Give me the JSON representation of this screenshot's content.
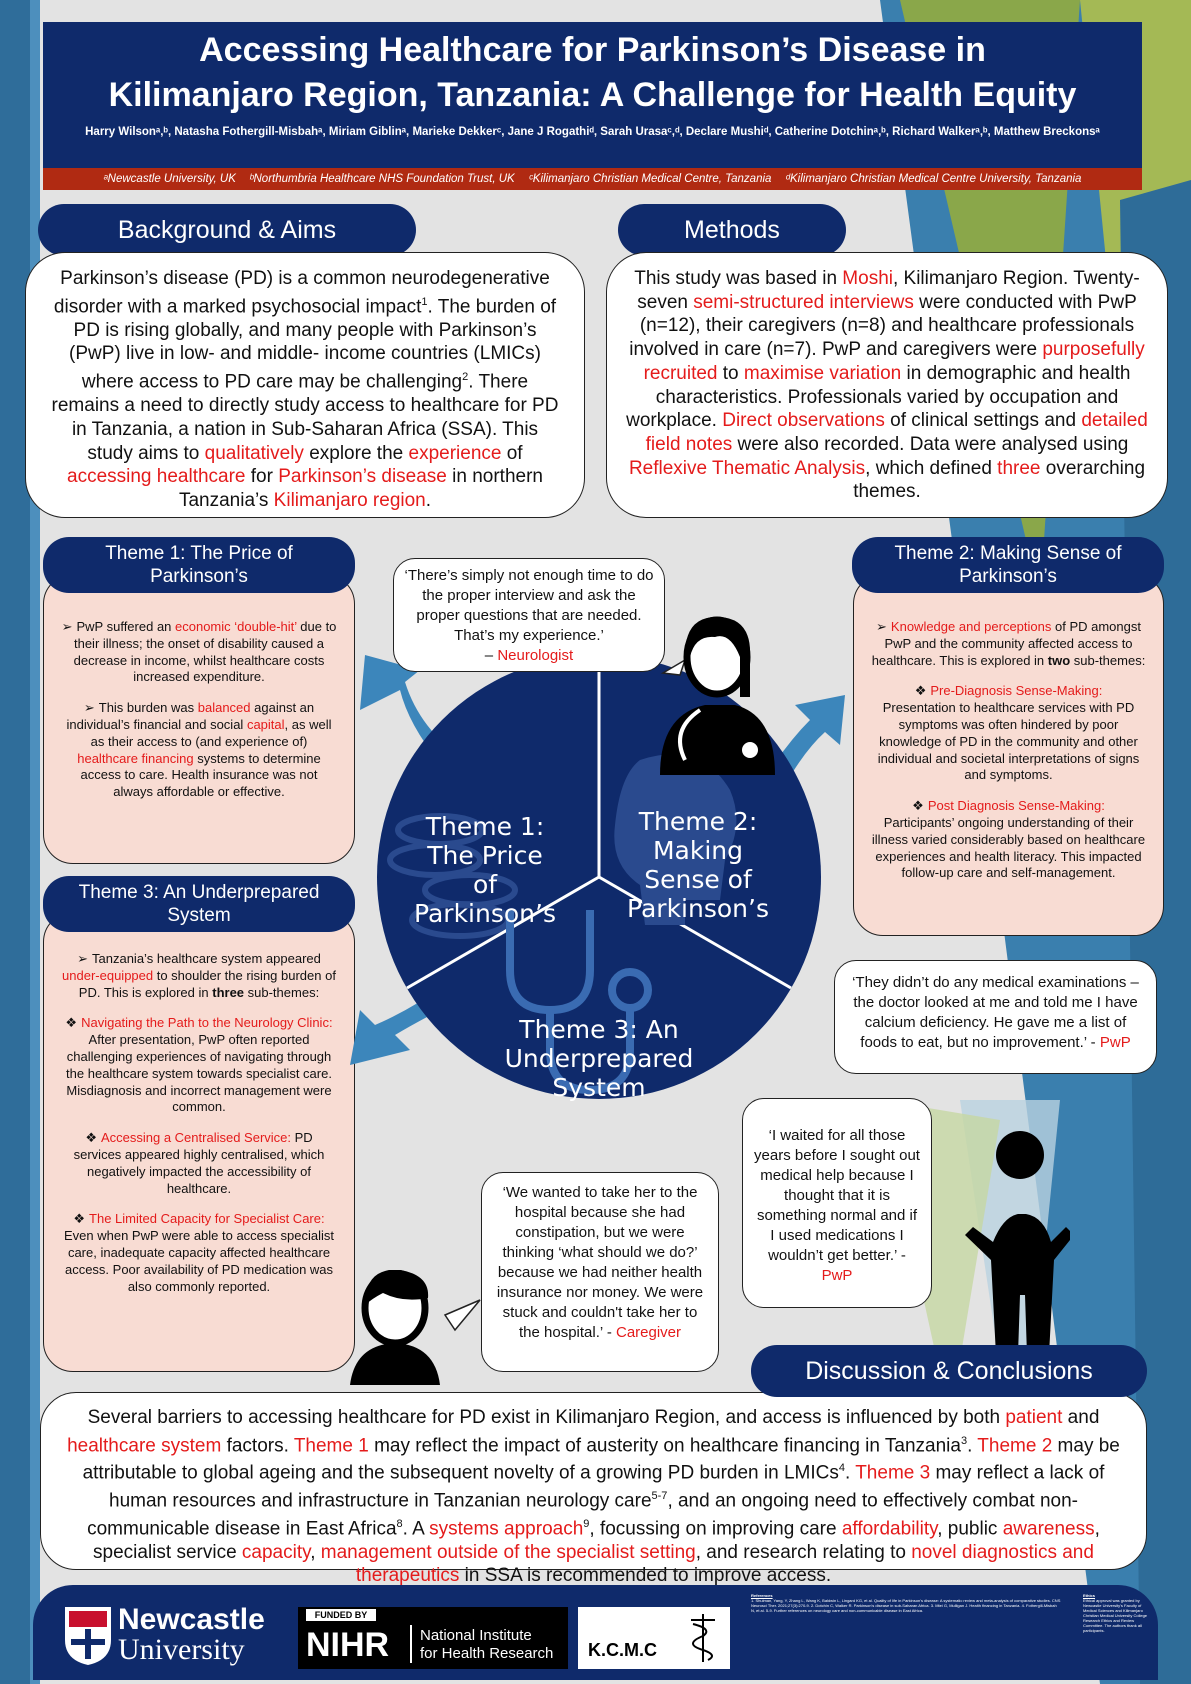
{
  "title": {
    "line1": "Accessing Healthcare for Parkinson’s Disease in",
    "line2": "Kilimanjaro Region, Tanzania: A Challenge for Health Equity",
    "authors": "Harry Wilsonᵃ,ᵇ, Natasha Fothergill-Misbahᵃ, Miriam Giblinᵃ, Marieke Dekkerᶜ, Jane J Rogathiᵈ, Sarah Urasaᶜ,ᵈ, Declare Mushiᵈ, Catherine Dotchinᵃ,ᵇ, Richard Walkerᵃ,ᵇ, Matthew Breckonsᵃ",
    "affiliations": [
      "ᵃNewcastle University, UK",
      "ᵇNorthumbria Healthcare NHS Foundation Trust, UK",
      "ᶜKilimanjaro Christian Medical Centre, Tanzania",
      "ᵈKilimanjaro Christian Medical Centre University, Tanzania"
    ]
  },
  "background": {
    "heading": "Background & Aims",
    "p1": "Parkinson’s disease (PD) is a common neurodegenerative disorder with a marked psychosocial impact",
    "sup1": "1",
    "p2": ". The burden of PD is rising globally, and many people with Parkinson’s (PwP) live in low- and middle- income countries (LMICs) where access to PD care may be challenging",
    "sup2": "2",
    "p3": ". There remains a need to directly study access to healthcare for PD in Tanzania, a nation in Sub-Saharan Africa (SSA). This study aims to ",
    "h1": "qualitatively",
    "p4": " explore the ",
    "h2": "experience",
    "p5": " of ",
    "h3": "accessing healthcare",
    "p6": " for ",
    "h4": "Parkinson’s disease",
    "p7": " in northern Tanzania’s ",
    "h5": "Kilimanjaro region",
    "p8": "."
  },
  "methods": {
    "heading": "Methods",
    "p1": "This study was based in ",
    "h1": "Moshi",
    "p2": ", Kilimanjaro Region. Twenty-seven ",
    "h2": "semi-structured interviews",
    "p3": " were conducted with PwP (n=12), their caregivers (n=8) and healthcare professionals involved in care (n=7). PwP and caregivers were ",
    "h3": "purposefully recruited",
    "p4": " to ",
    "h4": "maximise variation",
    "p5": " in demographic and health characteristics. Professionals varied by occupation and workplace. ",
    "h5": "Direct observations",
    "p6": " of clinical settings and ",
    "h6": "detailed field notes",
    "p7": " were also recorded. Data were analysed using ",
    "h7": "Reflexive Thematic Analysis",
    "p8": ", which defined ",
    "h8": "three",
    "p9": " overarching themes."
  },
  "theme1": {
    "heading": "Theme 1: The Price of Parkinson’s",
    "b1a": "PwP suffered an ",
    "b1h": "economic ‘double-hit’",
    "b1b": " due to their illness; the onset of disability caused a decrease in income, whilst healthcare costs increased expenditure.",
    "b2a": "This burden was ",
    "b2h1": "balanced",
    "b2b": " against an individual’s financial and social ",
    "b2h2": "capital",
    "b2c": ", as well as their access to (and experience of) ",
    "b2h3": "healthcare financing",
    "b2d": " systems to determine access to care. Health insurance was not always affordable or effective."
  },
  "theme2": {
    "heading": "Theme 2: Making Sense of Parkinson’s",
    "b1h": "Knowledge and perceptions",
    "b1a": " of PD amongst PwP and the community affected access to healthcare. This is explored in ",
    "b1b": "two",
    "b1c": " sub-themes:",
    "s1h": "Pre-Diagnosis Sense-Making:",
    "s1": "Presentation to healthcare services with PD symptoms was often hindered by poor knowledge of PD in the community and other individual and societal interpretations of signs and symptoms.",
    "s2h": "Post Diagnosis Sense-Making:",
    "s2": "Participants’ ongoing understanding of their illness varied considerably based on healthcare experiences and health literacy. This impacted follow-up care and self-management."
  },
  "theme3": {
    "heading": "Theme 3: An Underprepared System",
    "b1a": "Tanzania’s healthcare system appeared ",
    "b1h": "under-equipped",
    "b1b": " to shoulder the rising burden of PD. This is explored in ",
    "b1c": "three",
    "b1d": " sub-themes:",
    "s1h": "Navigating the Path to the Neurology Clinic:",
    "s1": " After presentation, PwP often reported challenging experiences of navigating through the healthcare system towards specialist care. Misdiagnosis and incorrect management were common.",
    "s2h": "Accessing a Centralised Service:",
    "s2": " PD services appeared highly centralised, which negatively impacted the accessibility of healthcare.",
    "s3h": "The Limited Capacity for Specialist Care:",
    "s3": " Even when PwP were able to access specialist care, inadequate capacity affected healthcare access. Poor availability of PD medication was also commonly reported."
  },
  "wheel": {
    "t1": [
      "Theme 1:",
      "The Price",
      "of",
      "Parkinson’s"
    ],
    "t2": [
      "Theme 2:",
      "Making",
      "Sense of",
      "Parkinson’s"
    ],
    "t3": [
      "Theme 3: An",
      "Underprepared",
      "System"
    ]
  },
  "quotes": {
    "neurologist": "‘There’s simply not enough time to do the proper interview and ask the proper questions that are needed. That’s my experience.’",
    "neurologist_dash": "– ",
    "neurologist_who": "Neurologist",
    "pwp1": "‘They didn’t do any medical examinations – the doctor looked at me and told me I have calcium deficiency. He gave me a list of foods to eat, but no improvement.’ - ",
    "pwp1_who": "PwP",
    "pwp2": "‘I waited for all those years before I sought out medical help because I thought that it is something normal and if I used medications I wouldn’t get better.’ -",
    "pwp2_who": "PwP",
    "caregiver": "‘We wanted to take her to the hospital because she had constipation, but we were thinking ‘what should we do?’ because we had neither health insurance nor money. We were stuck and couldn't take her to the hospital.’ - ",
    "caregiver_who": "Caregiver"
  },
  "discussion": {
    "heading": "Discussion & Conclusions",
    "p1": "Several barriers to accessing healthcare for PD exist in Kilimanjaro Region, and access is influenced by both ",
    "h1": "patient",
    "p2": " and ",
    "h2": "healthcare system",
    "p3": " factors. ",
    "h3": "Theme 1",
    "p4": " may reflect the impact of austerity on healthcare financing in Tanzania",
    "s3": "3",
    "p5": ". ",
    "h4": "Theme 2",
    "p6": " may be attributable to global ageing and the subsequent novelty of a growing PD burden in LMICs",
    "s4": "4",
    "p7": ". ",
    "h5": "Theme 3",
    "p8": " may reflect a lack of human resources and infrastructure in Tanzanian neurology care",
    "s5": "5-7",
    "p9": ", and an ongoing need to effectively combat non-communicable disease in East Africa",
    "s8": "8",
    "p10": ". A ",
    "h6": "systems approach",
    "s9": "9",
    "p11": ", focussing on improving care ",
    "h7": "affordability",
    "p12": ", public ",
    "h8": "awareness",
    "p13": ", specialist service ",
    "h9": "capacity",
    "p14": ", ",
    "h10": "management outside of the specialist setting",
    "p15": ", and research relating to ",
    "h11": "novel diagnostics and therapeutics",
    "p16": " in SSA is recommended to improve access."
  },
  "footer": {
    "newcastle_line1": "Newcastle",
    "newcastle_line2": "University",
    "funded_by": "FUNDED BY",
    "nihr": "NIHR",
    "nihr_text1": "National Institute",
    "nihr_text2": "for Health Research",
    "kcmc": "K.C.M.C",
    "references_label": "References",
    "references": "1. Shulman, Yang, Y, Zhang L, Wang K, Baldwin L, Lingard KG, et al. Quality of life in Parkinson's disease: A systematic review and meta-analysis of comparative studies. CNS Neurosci Ther. 2021;27(3):270-9. 2. Dotchin C, Walker R. Parkinson's disease in sub-Saharan Africa. 3. Mtei G, Mulligan J. Health financing in Tanzania. 4. Fothergill-Misbah N, et al. 5-9. Further references on neurology care and non-communicable disease in East Africa.",
    "ethics_label": "Ethics",
    "ethics": "Ethical approval was granted by Newcastle University's Faculty of Medical Sciences and Kilimanjaro Christian Medical University College Research Ethics and Review Committee. The authors thank all participants."
  }
}
